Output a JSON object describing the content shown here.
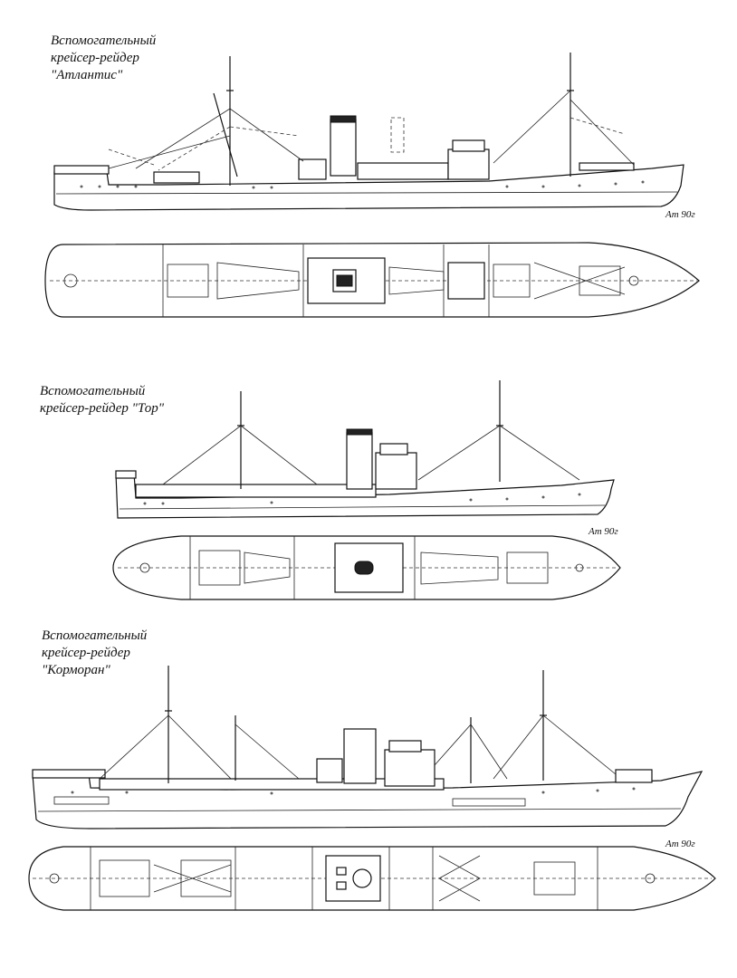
{
  "ships": [
    {
      "caption_lines": [
        "Вспомогательный",
        "крейсер-рейдер",
        "\"Атлантис\""
      ]
    },
    {
      "caption_lines": [
        "Вспомогательный",
        "крейсер-рейдер \"Тор\""
      ]
    },
    {
      "caption_lines": [
        "Вспомогательный",
        "крейсер-рейдер",
        "\"Корморан\""
      ]
    }
  ],
  "colors": {
    "ink": "#111111",
    "paper": "#ffffff"
  }
}
